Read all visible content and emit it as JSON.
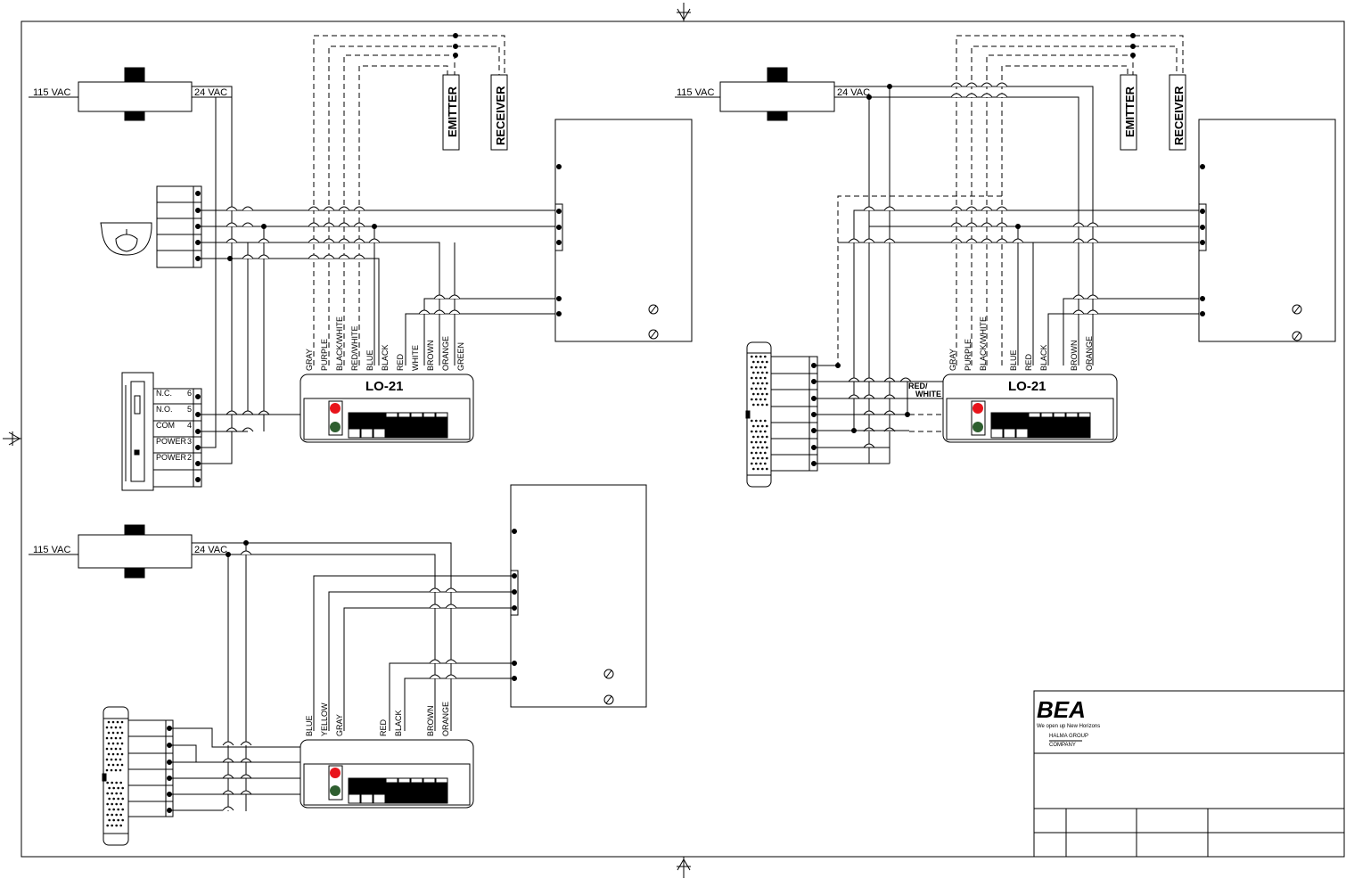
{
  "transformer": {
    "primary": "115 VAC",
    "secondary": "24  VAC"
  },
  "ir_sensor": {
    "emitter": "EMITTER",
    "receiver": "RECEIVER"
  },
  "controller": {
    "label": "LO-21"
  },
  "wires_top_left": [
    "GRAY",
    "PURPLE",
    "BLACK/WHITE",
    "RED/WHITE",
    "BLUE",
    "BLACK",
    "RED",
    "WHITE",
    "BROWN",
    "ORANGE",
    "GREEN"
  ],
  "wires_top_right": [
    "GRAY",
    "PURPLE",
    "BLACK/WHITE",
    "BLUE",
    "RED",
    "BLACK",
    "BROWN",
    "ORANGE"
  ],
  "wires_bottom": [
    "BLUE",
    "YELLOW",
    "GRAY",
    "RED",
    "BLACK",
    "BROWN",
    "ORANGE"
  ],
  "red_white_tag": [
    "RED/",
    "WHITE"
  ],
  "terminal_labels": [
    {
      "name": "N.C.",
      "num": "6"
    },
    {
      "name": "N.O.",
      "num": "5"
    },
    {
      "name": "COM",
      "num": "4"
    },
    {
      "name": "POWER",
      "num": "3"
    },
    {
      "name": "POWER",
      "num": "2"
    }
  ],
  "logo": {
    "brand": "BEA",
    "tagline": "We open up New Horizons",
    "group_1": "HALMA GROUP",
    "group_2": "COMPANY"
  },
  "colors": {
    "led_red": "#e8141b",
    "led_green": "#2e5e2f",
    "line": "#000000"
  }
}
